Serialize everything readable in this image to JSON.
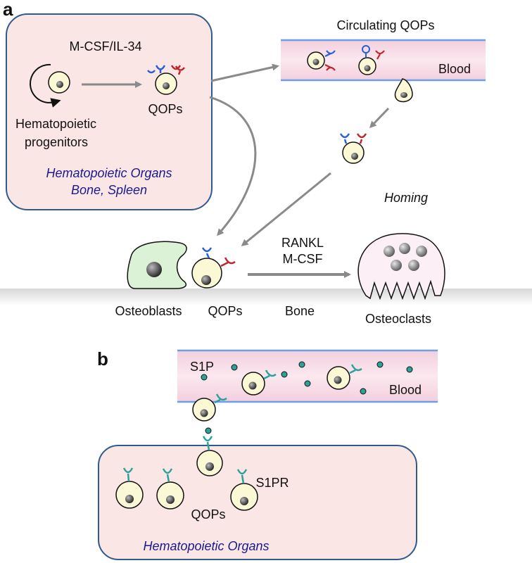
{
  "panel_a": {
    "label": "a",
    "cytokines": "M-CSF/IL-34",
    "progenitors_line1": "Hematopoietic",
    "progenitors_line2": "progenitors",
    "qops": "QOPs",
    "organs_line1": "Hematopoietic Organs",
    "organs_line2": "Bone, Spleen",
    "circulating": "Circulating QOPs",
    "blood": "Blood",
    "homing": "Homing",
    "rankl": "RANKL",
    "mcsf": "M-CSF",
    "osteoblasts": "Osteoblasts",
    "qops_bone": "QOPs",
    "bone": "Bone",
    "osteoclasts": "Osteoclasts"
  },
  "panel_b": {
    "label": "b",
    "s1p": "S1P",
    "blood": "Blood",
    "s1pr": "S1PR",
    "qops": "QOPs",
    "organs": "Hematopoietic Organs"
  },
  "colors": {
    "organ_fill": "#fbe6e6",
    "organ_border": "#2f5a8f",
    "vessel_fill": "#f8dde6",
    "vessel_border": "#6f9ee8",
    "cell_fill": "#fbf8d6",
    "nucleus": "#444444",
    "receptor_blue": "#2a5fd4",
    "receptor_red": "#c0242c",
    "receptor_teal": "#2aa29a",
    "arrow": "#8a8a8a",
    "osteoblast": "#dcf2d6"
  }
}
